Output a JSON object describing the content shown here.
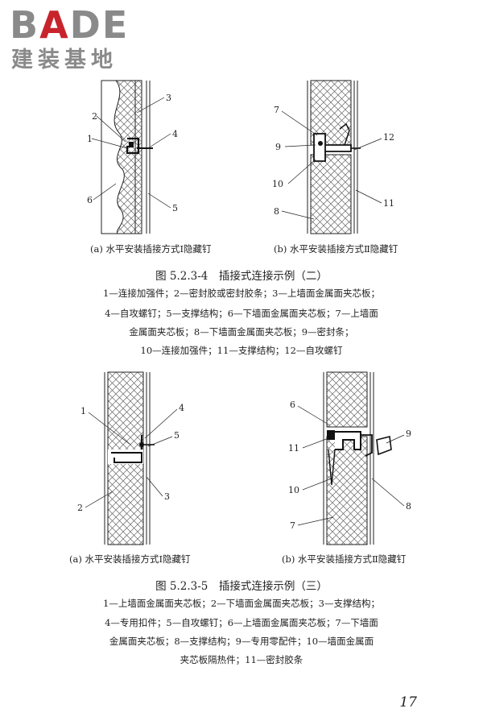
{
  "logo": {
    "word": "BADE",
    "sub": "建装基地"
  },
  "figure1": {
    "sub_a": "(a) 水平安装插接方式Ⅰ隐藏钉",
    "sub_b": "(b) 水平安装插接方式Ⅱ隐藏钉",
    "caption": "图 5.2.3-4　插接式连接示例（二）",
    "legend": [
      "1—连接加强件；2—密封胶或密封胶条；3—上墙面金属面夹芯板；",
      "4—自攻螺钉；5—支撑结构；6—下墙面金属面夹芯板；7—上墙面",
      "金属面夹芯板；8—下墙面金属面夹芯板；9—密封条；",
      "10—连接加强件；11—支撑结构；12—自攻螺钉"
    ],
    "labels_a": [
      "1",
      "2",
      "3",
      "4",
      "5",
      "6"
    ],
    "labels_b": [
      "7",
      "8",
      "9",
      "10",
      "11",
      "12"
    ]
  },
  "figure2": {
    "sub_a": "(a) 水平安装插接方式Ⅰ隐藏钉",
    "sub_b": "(b) 水平安装插接方式Ⅱ隐藏钉",
    "caption": "图 5.2.3-5　插接式连接示例（三）",
    "legend": [
      "1—上墙面金属面夹芯板；2—下墙面金属面夹芯板；3—支撑结构；",
      "4—专用扣件；5—自攻螺钉；6—上墙面金属面夹芯板；7—下墙面",
      "金属面夹芯板；8—支撑结构；9—专用零配件；10—墙面金属面",
      "夹芯板隔热件；11—密封胶条"
    ],
    "labels_a": [
      "1",
      "2",
      "3",
      "4",
      "5"
    ],
    "labels_b": [
      "6",
      "7",
      "8",
      "9",
      "10",
      "11"
    ]
  },
  "page_number": "17"
}
